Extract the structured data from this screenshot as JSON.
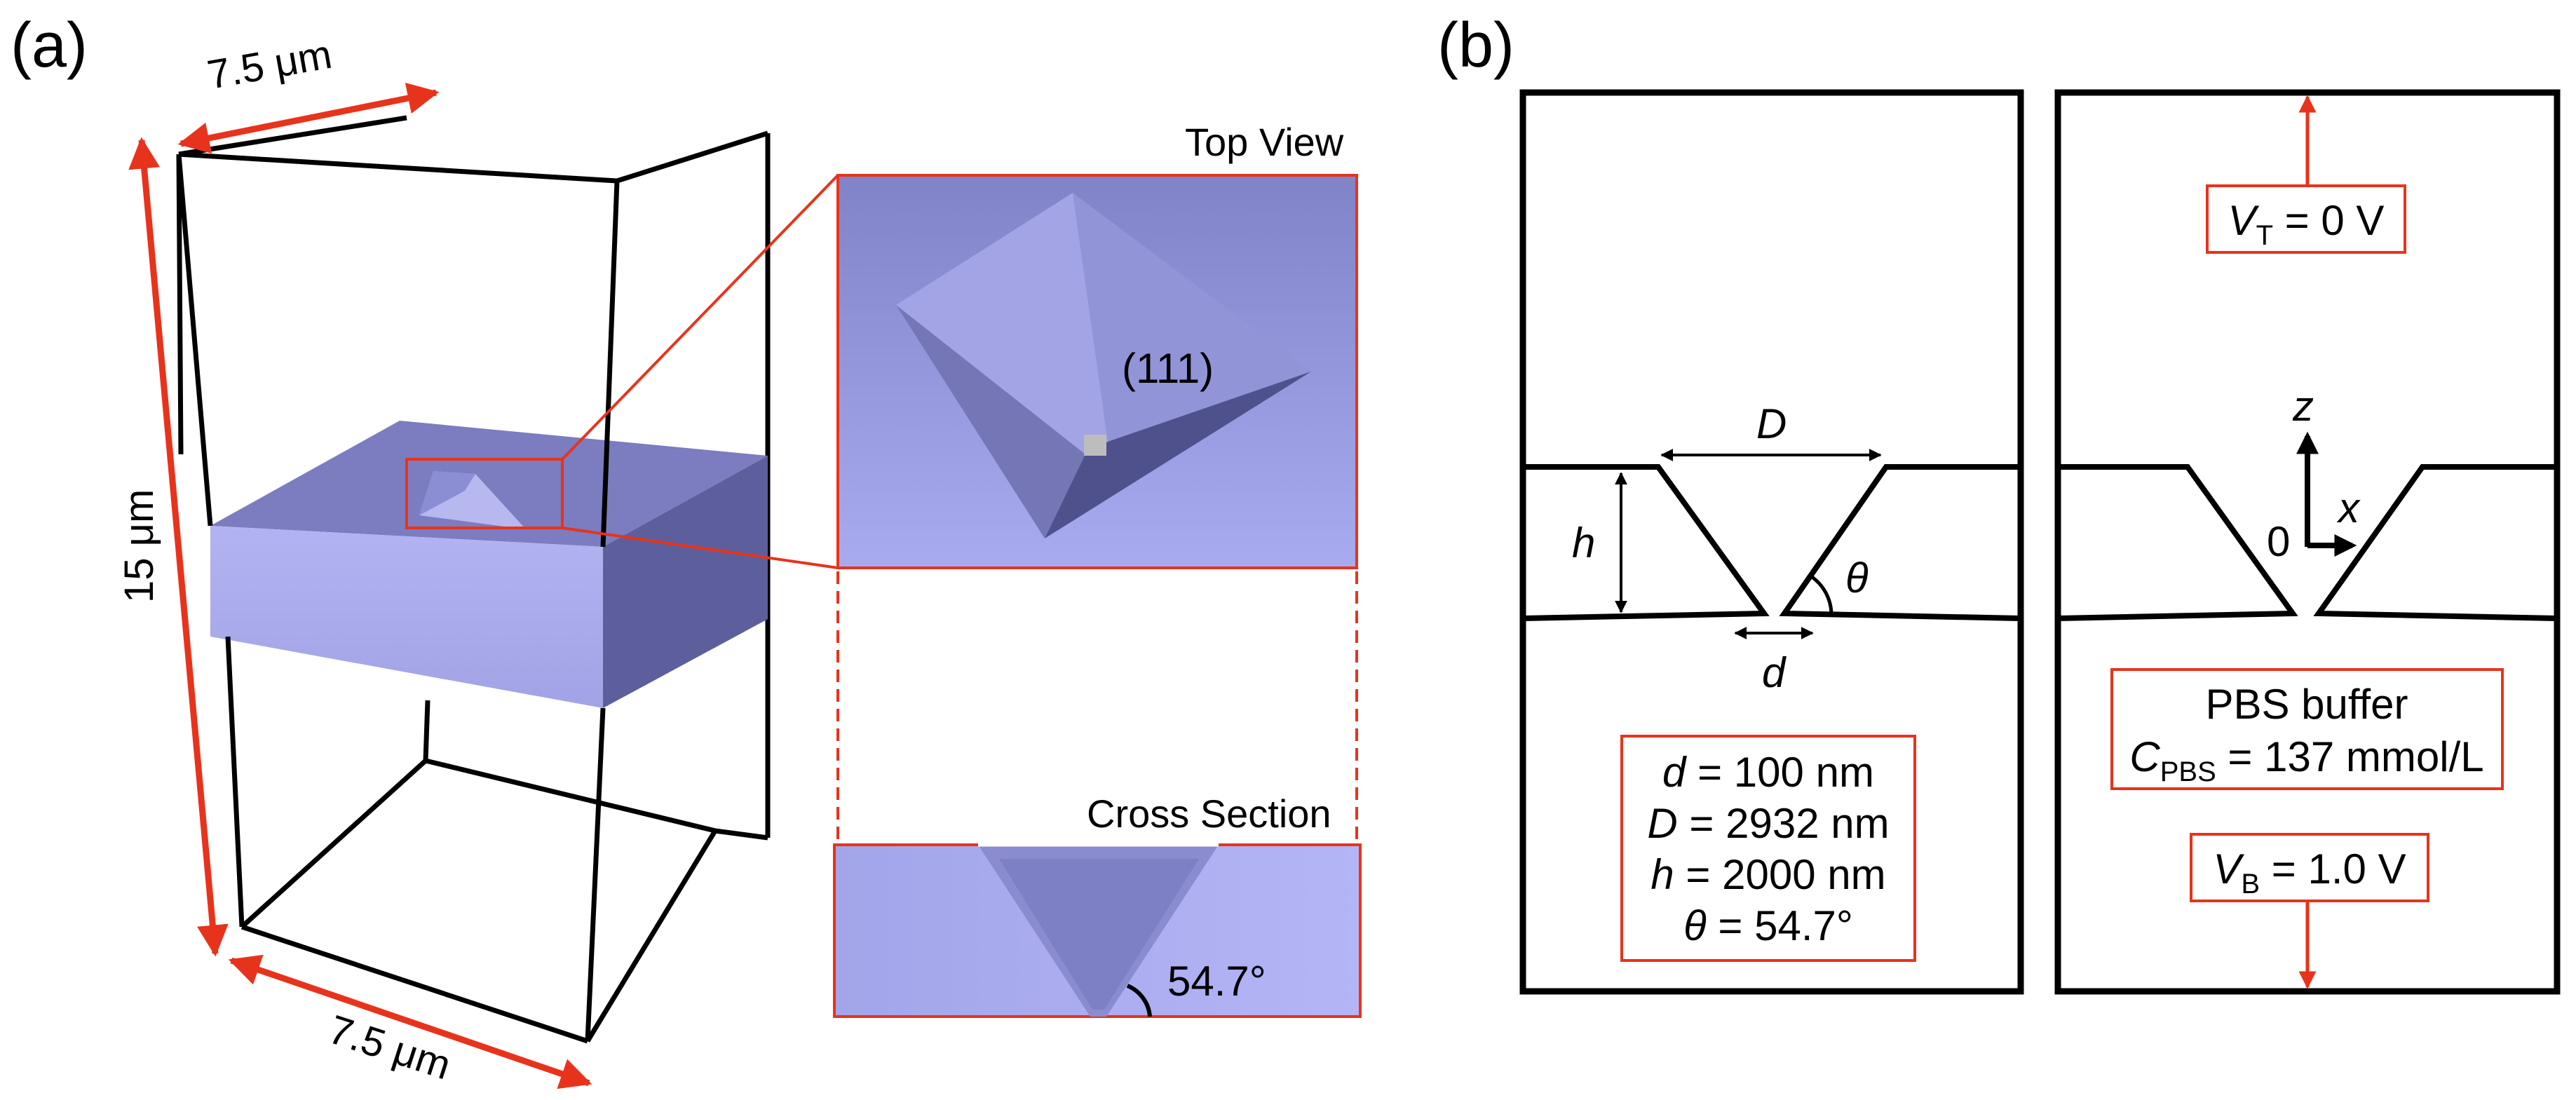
{
  "panel_a": {
    "label": "(a)",
    "dim_top": "7.5 μm",
    "dim_side": "15 μm",
    "dim_bottom": "7.5 μm",
    "top_view_title": "Top View",
    "facet_label": "(111)",
    "cross_section_title": "Cross Section",
    "angle_label": "54.7°"
  },
  "panel_b": {
    "label": "(b)",
    "D": "D",
    "h": "h",
    "theta": "θ",
    "d": "d",
    "params": {
      "d_var": "d",
      "d_val": " = 100 nm",
      "D_var": "D",
      "D_val": " = 2932 nm",
      "h_var": "h",
      "h_val": " = 2000 nm",
      "theta_var": "θ",
      "theta_val": " = 54.7°"
    },
    "vt_var": "V",
    "vt_sub": "T",
    "vt_val": " = 0 V",
    "vb_var": "V",
    "vb_sub": "B",
    "vb_val": " = 1.0 V",
    "axis_z": "z",
    "axis_x": "x",
    "origin": "0",
    "buffer_title": "PBS buffer",
    "c_var": "C",
    "c_sub": "PBS",
    "c_val": " = 137 mmol/L"
  },
  "colors": {
    "red": "#e8331c",
    "slab_front": "#a8a9ea",
    "slab_top": "#7b7dc0",
    "slab_side": "#5d5f9c"
  }
}
